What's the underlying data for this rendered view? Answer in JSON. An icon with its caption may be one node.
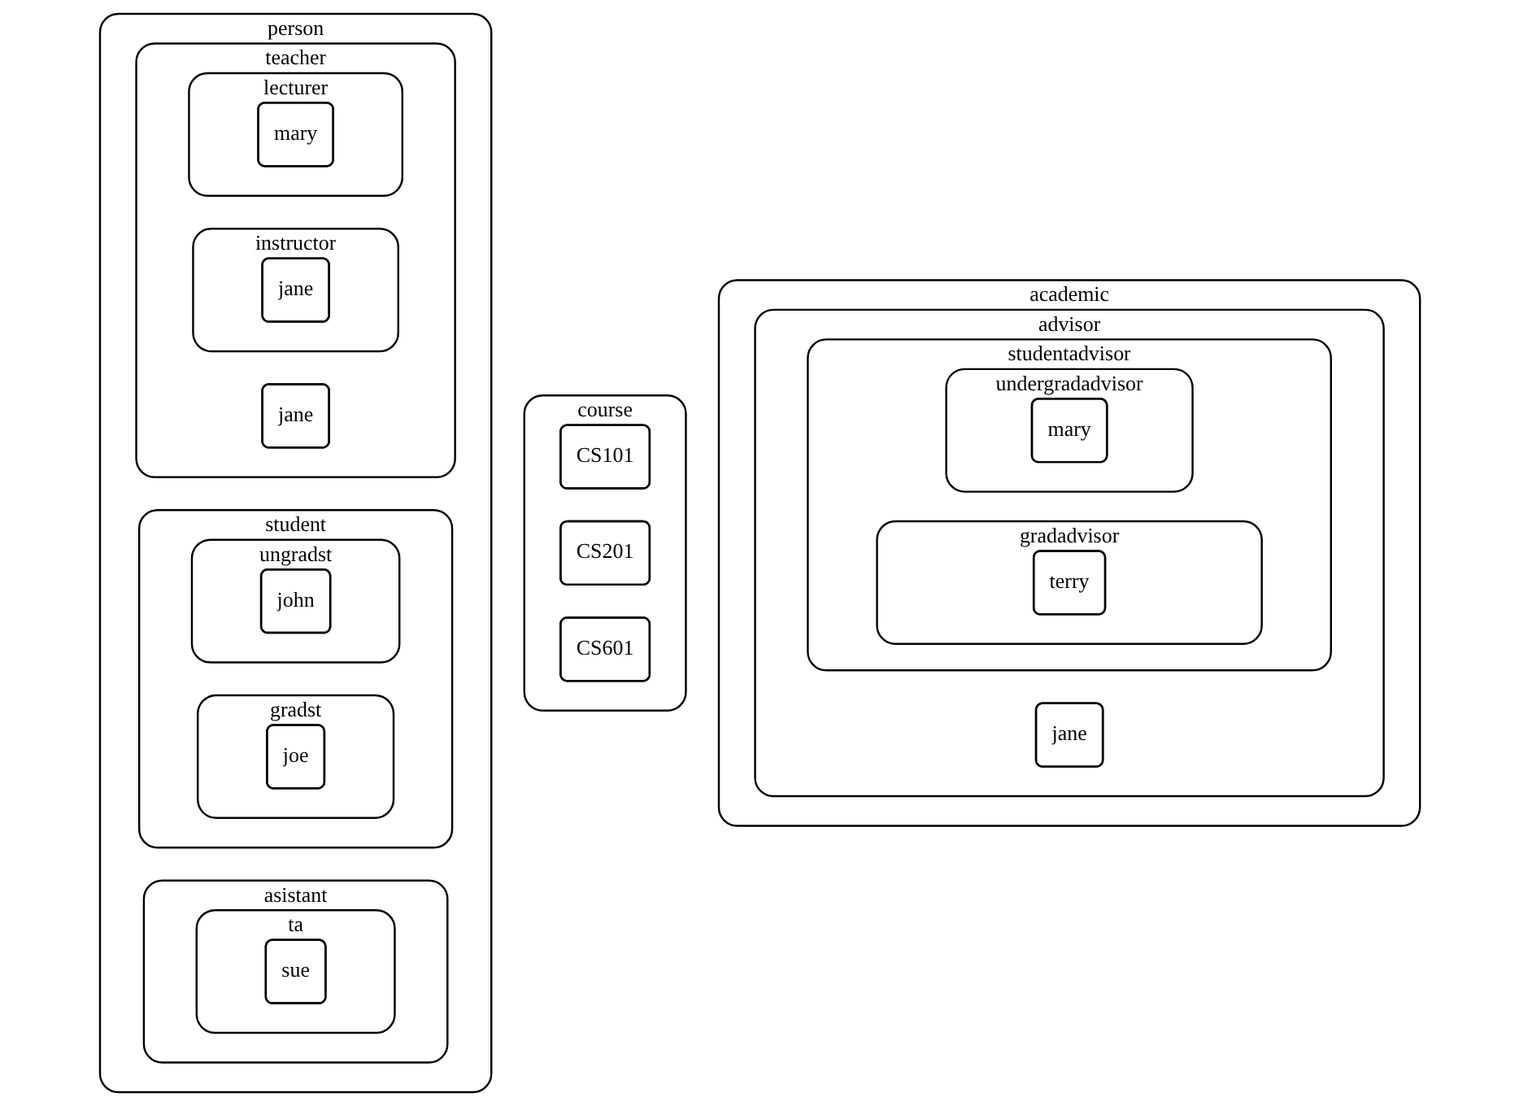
{
  "diagram": {
    "nodes": [
      {
        "text": [
          "academic"
        ]
      },
      {
        "text": [
          "advisor"
        ],
        "in": 0
      },
      {
        "text": [
          "jane"
        ],
        "in": 1
      },
      {
        "text": [
          "studentadvisor"
        ],
        "in": 1
      },
      {
        "text": [
          "gradadvisor"
        ],
        "in": 3
      },
      {
        "text": [
          "terry"
        ],
        "in": 4
      },
      {
        "text": [
          "undergradadvisor"
        ],
        "in": 3
      },
      {
        "text": [
          "mary"
        ],
        "in": 6
      },
      {
        "text": [
          "course"
        ]
      },
      {
        "text": [
          "CS101"
        ],
        "in": 8
      },
      {
        "text": [
          "CS201"
        ],
        "in": 8
      },
      {
        "text": [
          "CS601"
        ],
        "in": 8
      },
      {
        "text": [
          "person"
        ]
      },
      {
        "text": [
          "asistant"
        ],
        "in": 12
      },
      {
        "text": [
          "ta"
        ],
        "in": 13
      },
      {
        "text": [
          "sue"
        ],
        "in": 14
      },
      {
        "text": [
          "student"
        ],
        "in": 12
      },
      {
        "text": [
          "gradst"
        ],
        "in": 16
      },
      {
        "text": [
          "joe"
        ],
        "in": 17
      },
      {
        "text": [
          "ungradst"
        ],
        "in": 16
      },
      {
        "text": [
          "john"
        ],
        "in": 19
      },
      {
        "text": [
          "teacher"
        ],
        "in": 12
      },
      {
        "text": [
          "instructor"
        ],
        "in": 21
      },
      {
        "text": [
          "jane"
        ],
        "in": 22
      },
      {
        "text": [
          "jane"
        ],
        "in": 21
      },
      {
        "text": [
          "lecturer"
        ],
        "in": 21
      },
      {
        "text": [
          "mary"
        ],
        "in": 25
      }
    ]
  }
}
